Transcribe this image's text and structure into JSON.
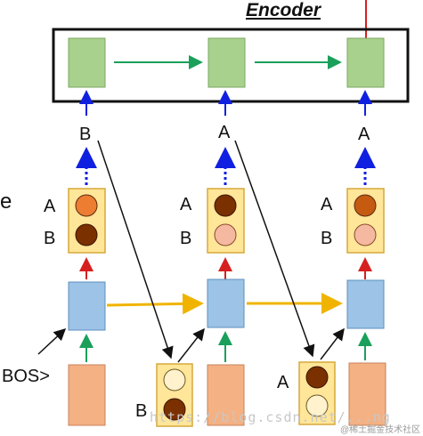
{
  "title": "Encoder",
  "sampled_tokens": [
    "B",
    "A",
    "A"
  ],
  "distributions": [
    {
      "top_label": "A",
      "bottom_label": "B"
    },
    {
      "top_label": "A",
      "bottom_label": "B"
    },
    {
      "top_label": "A",
      "bottom_label": "B"
    }
  ],
  "left_edge_text": "e",
  "bos_label": "BOS>",
  "input_labels": [
    "B",
    "A"
  ],
  "watermark": "https://blog.csdn.net/...ng",
  "watermark_badge": "@稀土掘金技术社区",
  "colors": {
    "encoder_block": "#a9d18e",
    "decoder_block": "#9dc3e6",
    "input_block": "#f4b183",
    "dist_box": "#ffe699",
    "dist_border": "#d6a83a",
    "arrow_green": "#1aa05a",
    "arrow_red": "#d62020",
    "arrow_blue": "#1020e0",
    "arrow_yellow": "#f0b400",
    "circle_dark": "#7b3000",
    "circle_orange": "#ed7d31",
    "circle_light": "#f4b9a0",
    "circle_pale": "#fff2cc"
  }
}
